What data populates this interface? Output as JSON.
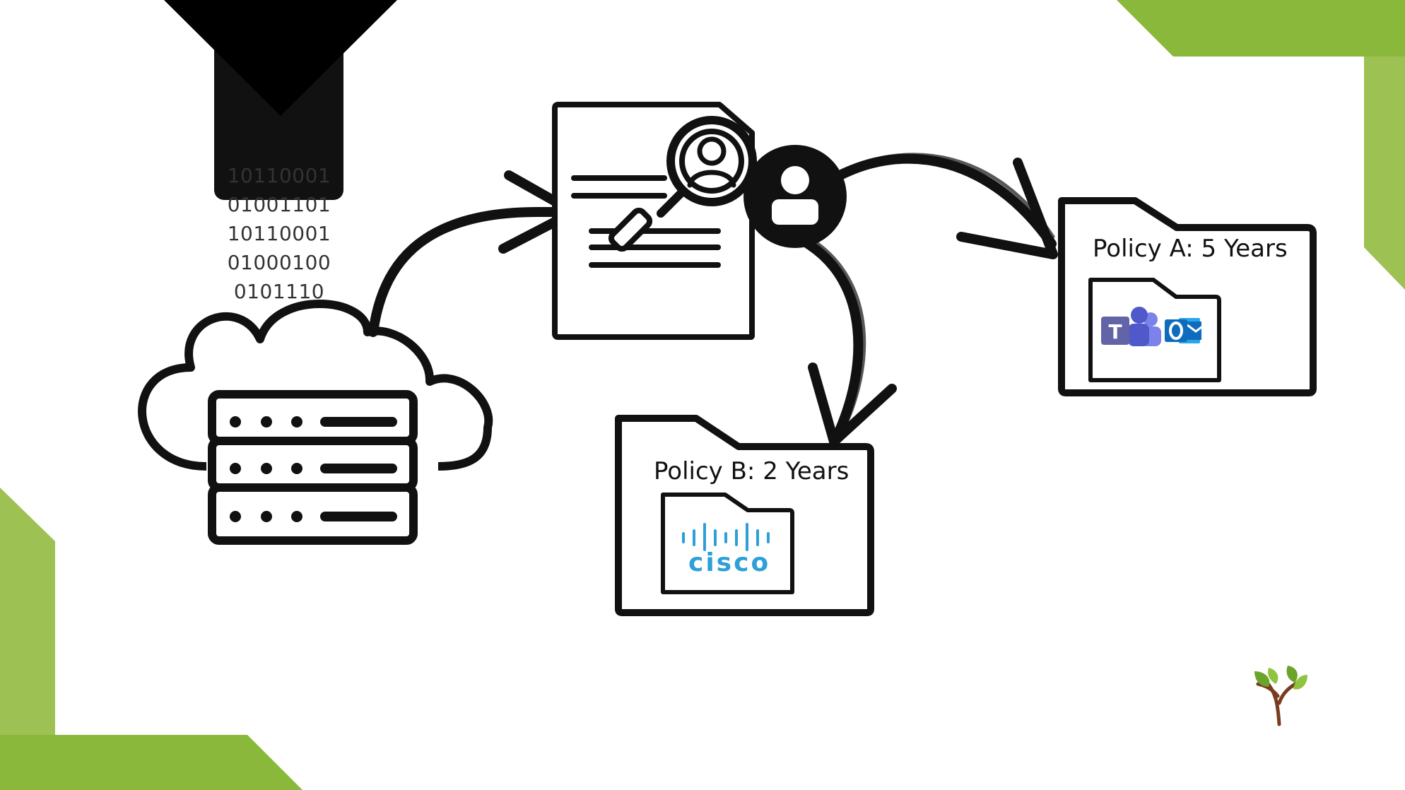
{
  "binary_lines": [
    "10110001",
    "01001101",
    "10110001",
    "01000100",
    "0101110"
  ],
  "policies": [
    {
      "label": "Policy A: 5 Years",
      "apps": [
        "teams-icon",
        "outlook-icon"
      ]
    },
    {
      "label": "Policy B: 2 Years",
      "apps": [
        "cisco-logo"
      ],
      "logo_text": "CISCO"
    }
  ],
  "icons": [
    "cloud-server-icon",
    "document-search-icon",
    "user-icon",
    "folder-icon",
    "tree-logo"
  ],
  "colors": {
    "accent_green": "#8ab83a",
    "accent_green_light": "#9dc253",
    "teams_purple": "#6264a7",
    "outlook_blue": "#0f6cbd",
    "cisco_blue": "#2d9fd9"
  }
}
